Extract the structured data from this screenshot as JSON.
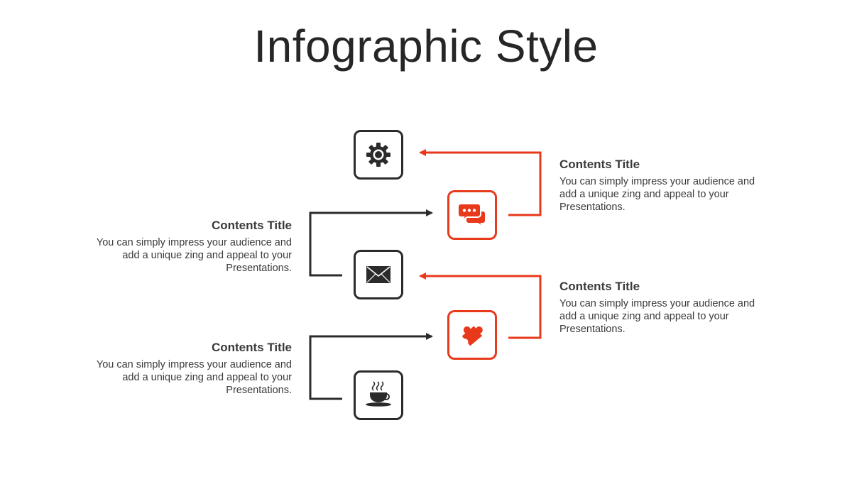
{
  "title": "Infographic Style",
  "colors": {
    "accent": "#e8391b",
    "dark": "#2b2b2b",
    "text": "#3a3a3a"
  },
  "nodes": [
    {
      "icon": "gear-icon",
      "style": "dark"
    },
    {
      "icon": "chat-bubbles-icon",
      "style": "accent"
    },
    {
      "icon": "envelope-icon",
      "style": "dark"
    },
    {
      "icon": "puzzle-piece-icon",
      "style": "accent"
    },
    {
      "icon": "coffee-cup-icon",
      "style": "dark"
    }
  ],
  "items": [
    {
      "title": "Contents Title",
      "body": "You can simply impress your audience and add a unique zing and appeal to your Presentations."
    },
    {
      "title": "Contents Title",
      "body": "You can simply impress your audience and add a unique zing and appeal to your Presentations."
    },
    {
      "title": "Contents Title",
      "body": "You can simply impress your audience and add a unique zing and appeal to your Presentations."
    },
    {
      "title": "Contents Title",
      "body": "You can simply impress your audience and add a unique zing and appeal to your Presentations."
    }
  ]
}
